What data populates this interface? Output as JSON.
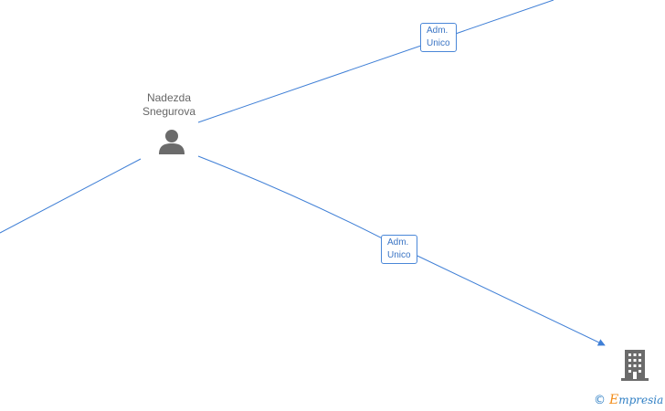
{
  "nodes": {
    "person": {
      "name_line1": "Nadezda",
      "name_line2": "Snegurova",
      "icon": "person-icon"
    },
    "company": {
      "icon": "building-icon"
    }
  },
  "edges": [
    {
      "label_line1": "Adm.",
      "label_line2": "Unico"
    },
    {
      "label_line1": "Adm.",
      "label_line2": "Unico"
    }
  ],
  "footer": {
    "copyright": "©",
    "brand_first": "E",
    "brand_rest": "mpresia"
  },
  "colors": {
    "edge": "#3f7fd6",
    "label_text": "#3a74c4",
    "icon": "#6b6b6b",
    "brand_orange": "#f28c18"
  }
}
